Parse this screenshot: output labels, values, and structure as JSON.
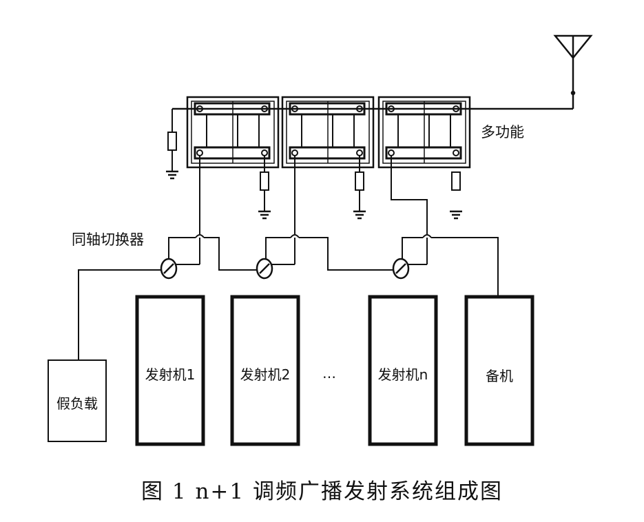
{
  "labels": {
    "multifunction": "多功能",
    "coax_switch": "同轴切换器",
    "dummy_load": "假负载",
    "tx1": "发射机1",
    "tx2": "发射机2",
    "txn": "发射机n",
    "backup": "备机",
    "ellipsis": "…"
  },
  "caption": "图 1  n+1 调频广播发射系统组成图",
  "colors": {
    "line": "#111111",
    "light_line": "#8a8a8a",
    "background": "#ffffff"
  }
}
